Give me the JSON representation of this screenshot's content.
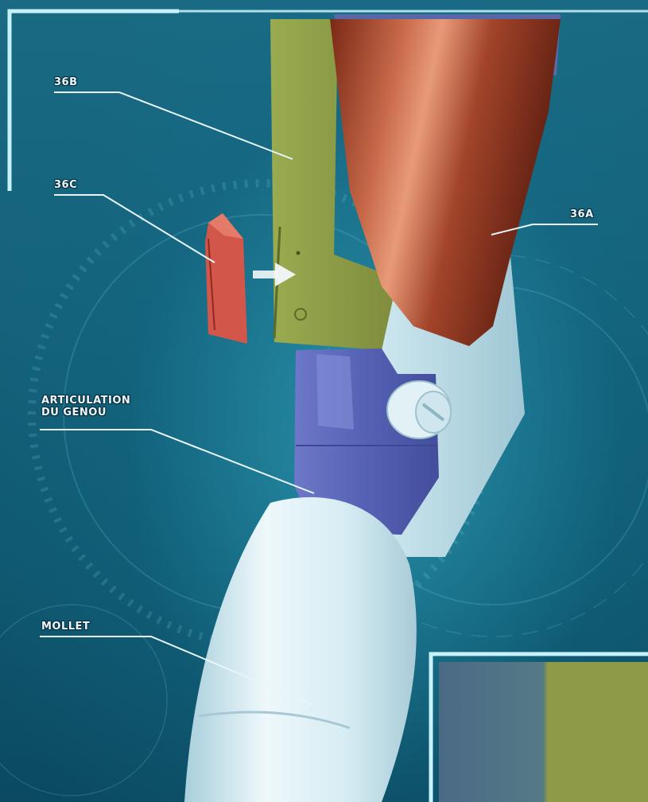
{
  "labels": {
    "part_36b": "36B",
    "part_36c": "36C",
    "part_36a": "36A",
    "knee_line1": "ARTICULATION",
    "knee_line2": "DU GENOU",
    "calf": "MOLLET"
  },
  "colors": {
    "background": "#14617a",
    "frame": "#bfeef8",
    "part_36a": "#9b3a22",
    "part_36b": "#8a9a45",
    "part_36c": "#d2574a",
    "knee_joint": "#5a66b8",
    "calf": "#d8eef5",
    "leader_line": "#e8f6fb"
  }
}
